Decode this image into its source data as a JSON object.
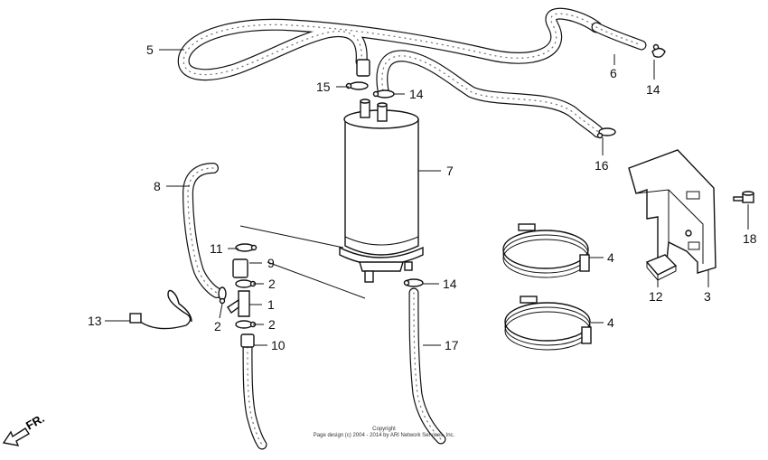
{
  "callouts": [
    {
      "id": "5",
      "text": "5"
    },
    {
      "id": "6",
      "text": "6"
    },
    {
      "id": "14a",
      "text": "14"
    },
    {
      "id": "15",
      "text": "15"
    },
    {
      "id": "14b",
      "text": "14"
    },
    {
      "id": "16",
      "text": "16"
    },
    {
      "id": "7",
      "text": "7"
    },
    {
      "id": "8",
      "text": "8"
    },
    {
      "id": "18",
      "text": "18"
    },
    {
      "id": "4a",
      "text": "4"
    },
    {
      "id": "11",
      "text": "11"
    },
    {
      "id": "9",
      "text": "9"
    },
    {
      "id": "2a",
      "text": "2"
    },
    {
      "id": "1",
      "text": "1"
    },
    {
      "id": "2b",
      "text": "2"
    },
    {
      "id": "2c",
      "text": "2"
    },
    {
      "id": "14c",
      "text": "14"
    },
    {
      "id": "12",
      "text": "12"
    },
    {
      "id": "3",
      "text": "3"
    },
    {
      "id": "13",
      "text": "13"
    },
    {
      "id": "4b",
      "text": "4"
    },
    {
      "id": "10",
      "text": "10"
    },
    {
      "id": "17",
      "text": "17"
    }
  ],
  "direction_label": "FR.",
  "copyright": {
    "line1": "Copyright",
    "line2": "Page design (c) 2004 - 2014 by ARI Network Services, Inc."
  }
}
